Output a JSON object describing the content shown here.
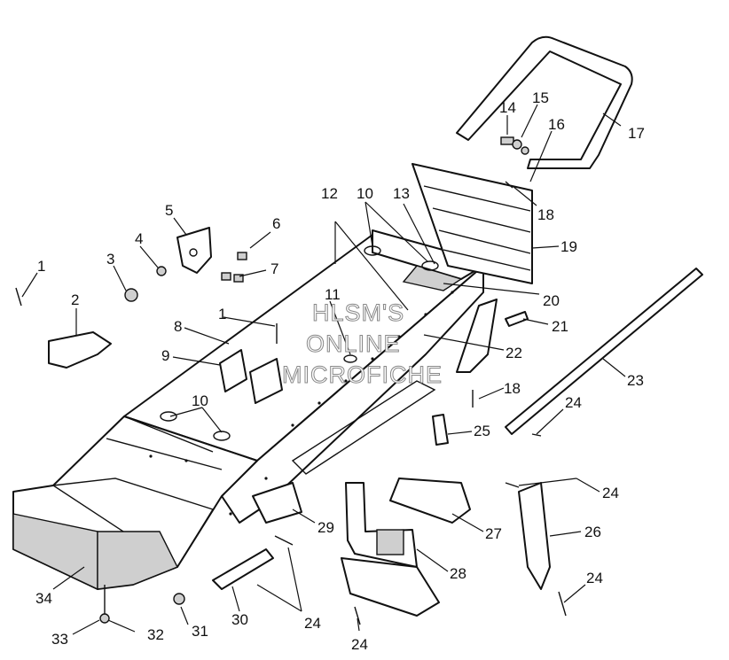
{
  "diagram": {
    "watermark_lines": [
      "HLSM'S",
      "ONLINE",
      "MICROFICHE"
    ],
    "callouts": [
      {
        "id": "c1a",
        "label": "1"
      },
      {
        "id": "c1b",
        "label": "1"
      },
      {
        "id": "c2",
        "label": "2"
      },
      {
        "id": "c3",
        "label": "3"
      },
      {
        "id": "c4",
        "label": "4"
      },
      {
        "id": "c5",
        "label": "5"
      },
      {
        "id": "c6",
        "label": "6"
      },
      {
        "id": "c7",
        "label": "7"
      },
      {
        "id": "c8",
        "label": "8"
      },
      {
        "id": "c9",
        "label": "9"
      },
      {
        "id": "c10a",
        "label": "10"
      },
      {
        "id": "c10b",
        "label": "10"
      },
      {
        "id": "c11",
        "label": "11"
      },
      {
        "id": "c12",
        "label": "12"
      },
      {
        "id": "c13",
        "label": "13"
      },
      {
        "id": "c14",
        "label": "14"
      },
      {
        "id": "c15",
        "label": "15"
      },
      {
        "id": "c16",
        "label": "16"
      },
      {
        "id": "c17",
        "label": "17"
      },
      {
        "id": "c18a",
        "label": "18"
      },
      {
        "id": "c18b",
        "label": "18"
      },
      {
        "id": "c19",
        "label": "19"
      },
      {
        "id": "c20",
        "label": "20"
      },
      {
        "id": "c21",
        "label": "21"
      },
      {
        "id": "c22",
        "label": "22"
      },
      {
        "id": "c23",
        "label": "23"
      },
      {
        "id": "c24a",
        "label": "24"
      },
      {
        "id": "c24b",
        "label": "24"
      },
      {
        "id": "c24c",
        "label": "24"
      },
      {
        "id": "c24d",
        "label": "24"
      },
      {
        "id": "c24e",
        "label": "24"
      },
      {
        "id": "c25",
        "label": "25"
      },
      {
        "id": "c26",
        "label": "26"
      },
      {
        "id": "c27",
        "label": "27"
      },
      {
        "id": "c28",
        "label": "28"
      },
      {
        "id": "c29",
        "label": "29"
      },
      {
        "id": "c30",
        "label": "30"
      },
      {
        "id": "c31",
        "label": "31"
      },
      {
        "id": "c32",
        "label": "32"
      },
      {
        "id": "c33",
        "label": "33"
      },
      {
        "id": "c34",
        "label": "34"
      }
    ]
  }
}
